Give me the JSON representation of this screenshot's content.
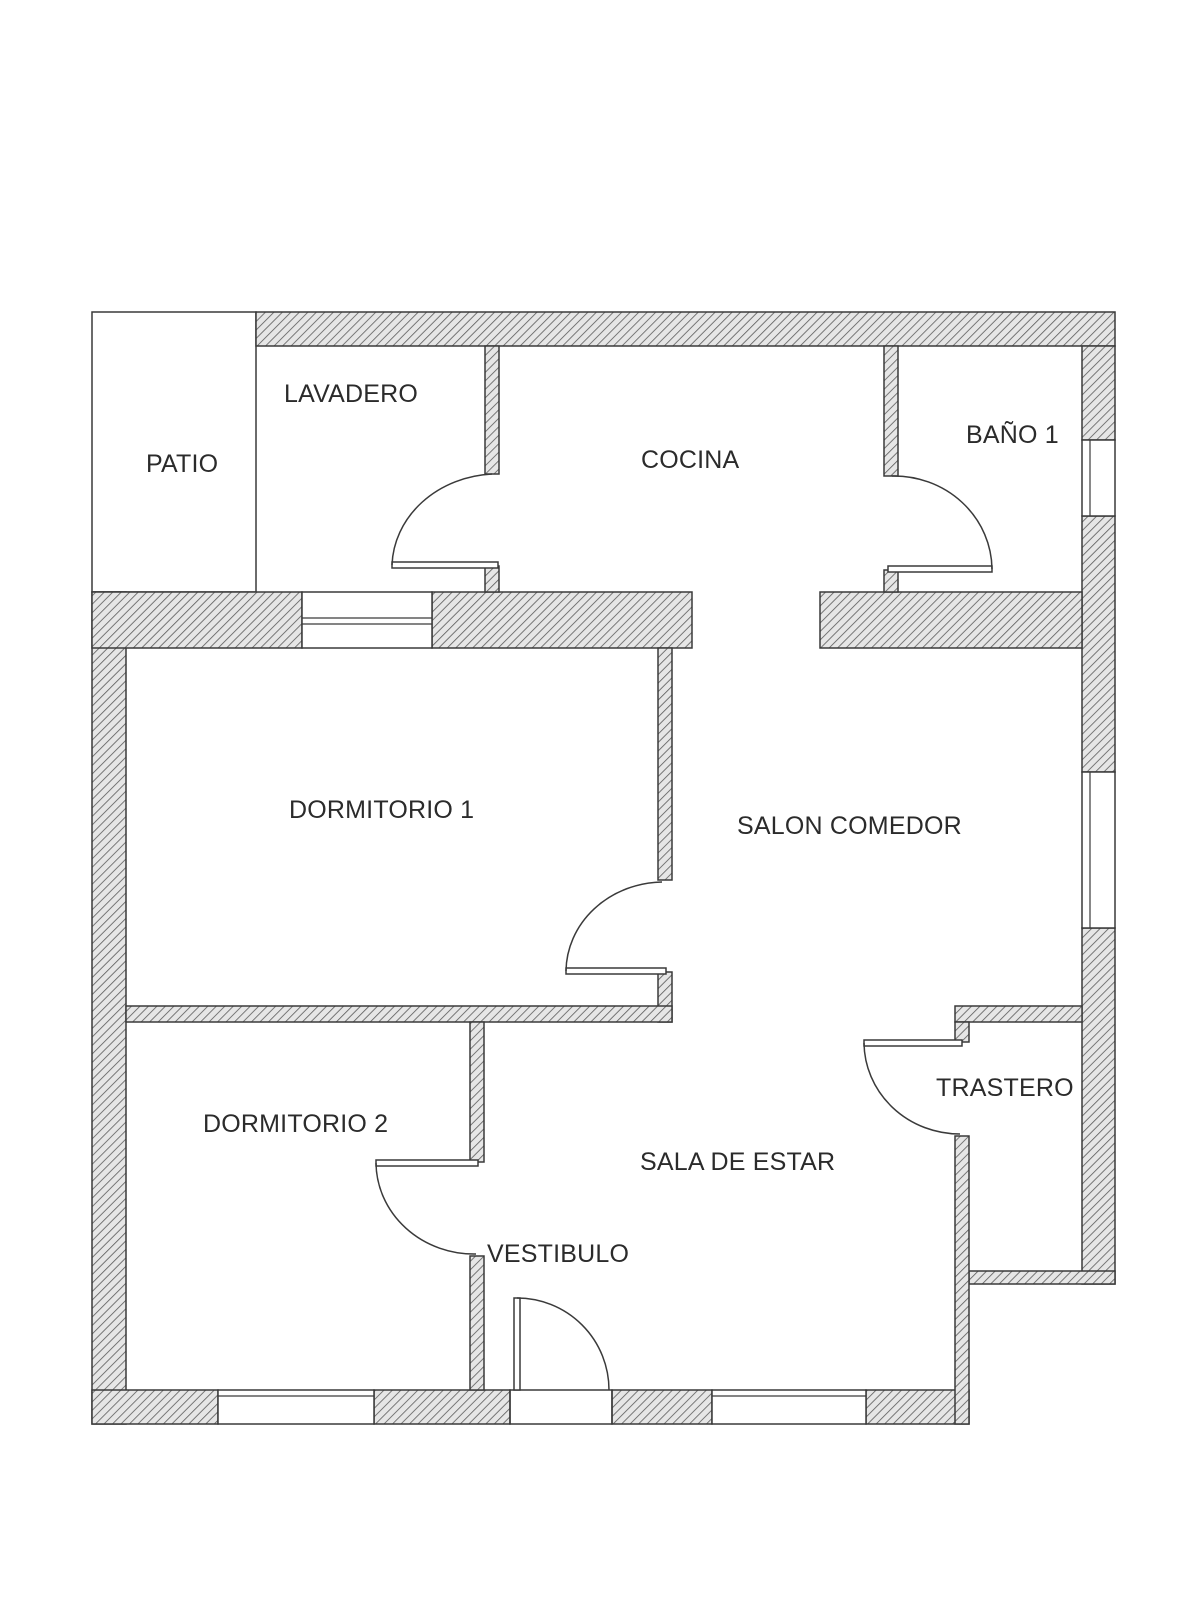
{
  "rooms": {
    "patio": "PATIO",
    "lavadero": "LAVADERO",
    "cocina": "COCINA",
    "bano": "BAÑO 1",
    "dormitorio1": "DORMITORIO 1",
    "salon": "SALON COMEDOR",
    "dormitorio2": "DORMITORIO 2",
    "trastero": "TRASTERO",
    "sala": "SALA DE ESTAR",
    "vestibulo": "VESTIBULO"
  },
  "colors": {
    "wall_stroke": "#3a3a3a",
    "hatch": "#5a5a5a",
    "background": "#ffffff"
  }
}
